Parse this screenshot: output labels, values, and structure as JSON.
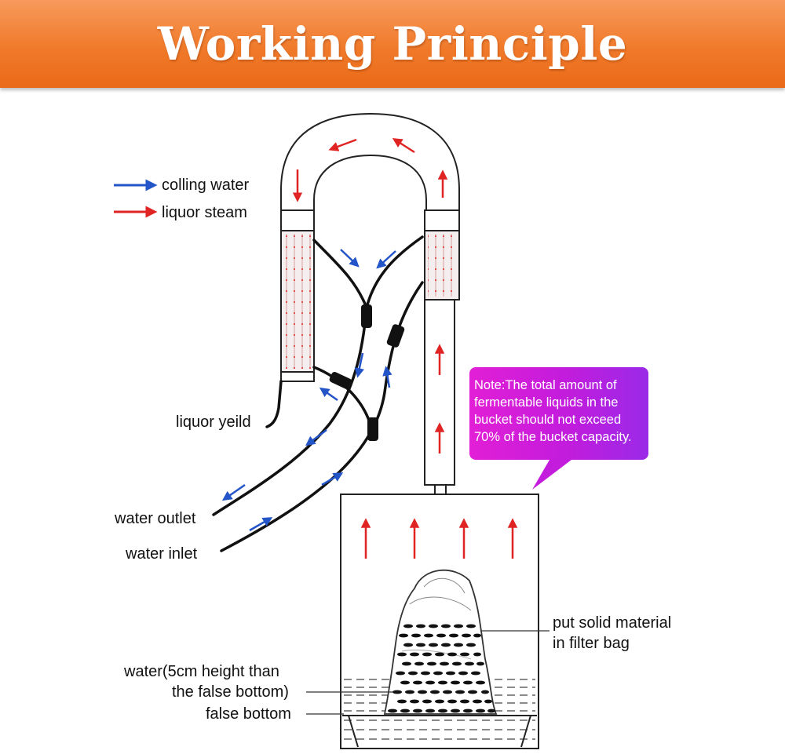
{
  "header": {
    "title": "Working Principle"
  },
  "legend": {
    "items": [
      {
        "label": "colling water",
        "color": "#2354c8"
      },
      {
        "label": "liquor steam",
        "color": "#e02424"
      }
    ]
  },
  "labels": {
    "liquor_yield": "liquor yeild",
    "water_outlet": "water outlet",
    "water_inlet": "water inlet",
    "solid_material": [
      "put solid material",
      "in filter bag"
    ],
    "water_level": [
      "water(5cm height than",
      "the false bottom)"
    ],
    "false_bottom": "false bottom"
  },
  "note": {
    "lines": [
      "Note:The total amount of",
      "fermentable liquids in the",
      "bucket should not exceed",
      "70% of the bucket capacity."
    ],
    "color": "#d21fda"
  }
}
